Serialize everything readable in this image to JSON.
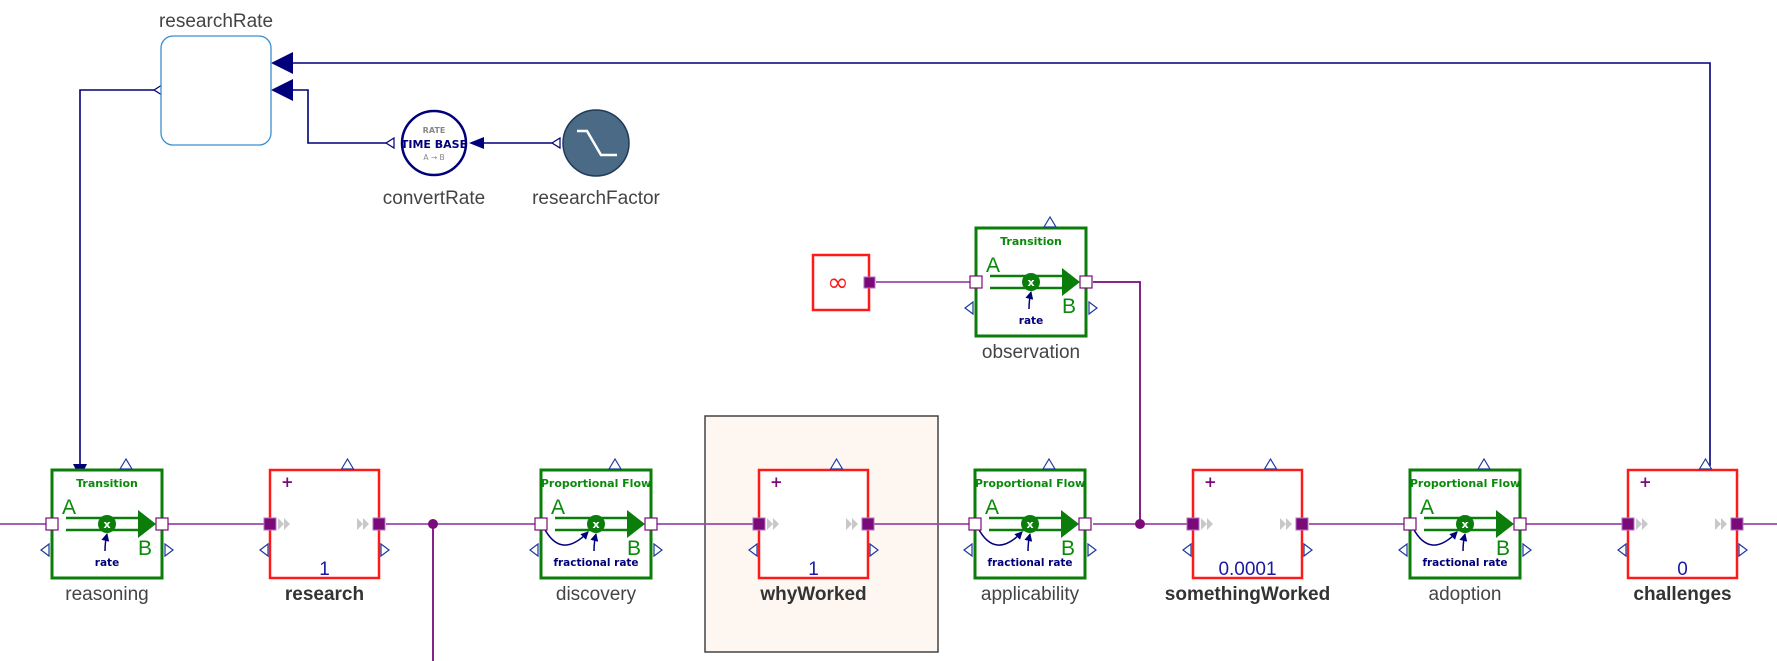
{
  "diagram": {
    "colors": {
      "stock_border": "#ff1a1a",
      "flow_border": "#0b7d0b",
      "flow_text": "#0a8a0a",
      "signal_line": "#00007a",
      "connector_line": "#9a4aaa",
      "port_fill": "#7a0a7a",
      "highlight_fill": "#fdf6f1",
      "parameter_border": "#3a8fd0",
      "source_fill": "#4a6a85"
    },
    "parameter": {
      "name": "researchRate"
    },
    "converter": {
      "name": "convertRate",
      "top_text": "RATE",
      "main_text": "TIME BASE",
      "bottom_text": "A → B"
    },
    "source": {
      "name": "researchFactor",
      "icon": "step-down-icon"
    },
    "infinite_source": {
      "symbol": "∞",
      "icon": "infinity-icon"
    },
    "flows": [
      {
        "id": "reasoning",
        "name": "reasoning",
        "type_label": "Transition",
        "a": "A",
        "b": "B",
        "input_label": "rate"
      },
      {
        "id": "observation",
        "name": "observation",
        "type_label": "Transition",
        "a": "A",
        "b": "B",
        "input_label": "rate"
      },
      {
        "id": "discovery",
        "name": "discovery",
        "type_label": "Proportional Flow",
        "a": "A",
        "b": "B",
        "input_label": "fractional rate"
      },
      {
        "id": "applicability",
        "name": "applicability",
        "type_label": "Proportional Flow",
        "a": "A",
        "b": "B",
        "input_label": "fractional rate"
      },
      {
        "id": "adoption",
        "name": "adoption",
        "type_label": "Proportional Flow",
        "a": "A",
        "b": "B",
        "input_label": "fractional rate"
      }
    ],
    "multiplier_symbol": "x",
    "stocks": [
      {
        "id": "research",
        "name": "research",
        "value": "1",
        "plus": "+"
      },
      {
        "id": "whyWorked",
        "name": "whyWorked",
        "value": "1",
        "plus": "+",
        "selected": true
      },
      {
        "id": "somethingWorked",
        "name": "somethingWorked",
        "value": "0.0001",
        "plus": "+"
      },
      {
        "id": "challenges",
        "name": "challenges",
        "value": "0",
        "plus": "+"
      }
    ]
  }
}
